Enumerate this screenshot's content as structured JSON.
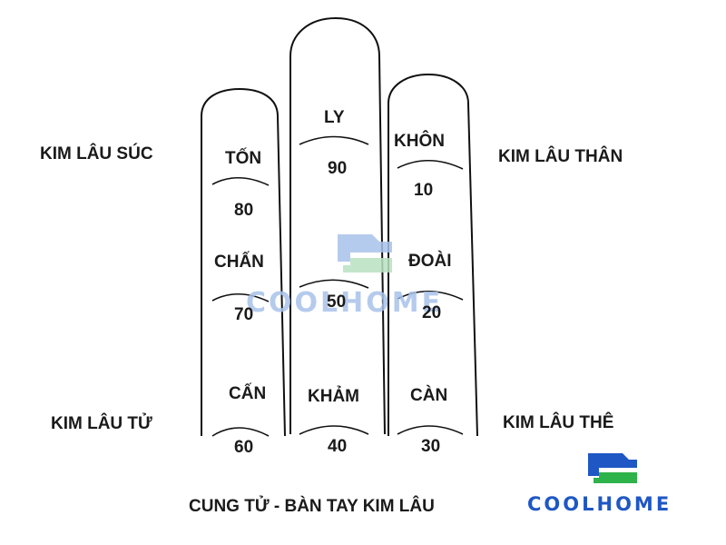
{
  "caption": "CUNG TỬ - BÀN TAY KIM LÂU",
  "side_labels": {
    "top_left": "KIM LÂU SÚC",
    "top_right": "KIM LÂU THÂN",
    "bottom_left": "KIM LÂU TỬ",
    "bottom_right": "KIM LÂU THÊ"
  },
  "palaces": {
    "ton": {
      "name": "TỐN",
      "number": "80"
    },
    "ly": {
      "name": "LY",
      "number": "90"
    },
    "khon": {
      "name": "KHÔN",
      "number": "10"
    },
    "chan": {
      "name": "CHẤN",
      "number": "70"
    },
    "center": {
      "number": "50"
    },
    "doai": {
      "name": "ĐOÀI",
      "number": "20"
    },
    "can_left": {
      "name": "CẤN",
      "number": "60"
    },
    "kham": {
      "name": "KHẢM",
      "number": "40"
    },
    "can_right": {
      "name": "CÀN",
      "number": "30"
    }
  },
  "watermark": {
    "text": "COOLHOME"
  },
  "logo": {
    "text": "COOLHOME"
  },
  "colors": {
    "logo_blue": "#1f57c4",
    "logo_green": "#2eb24a",
    "watermark_blue": "#a9c3ea",
    "watermark_green": "#b9e2c2"
  }
}
